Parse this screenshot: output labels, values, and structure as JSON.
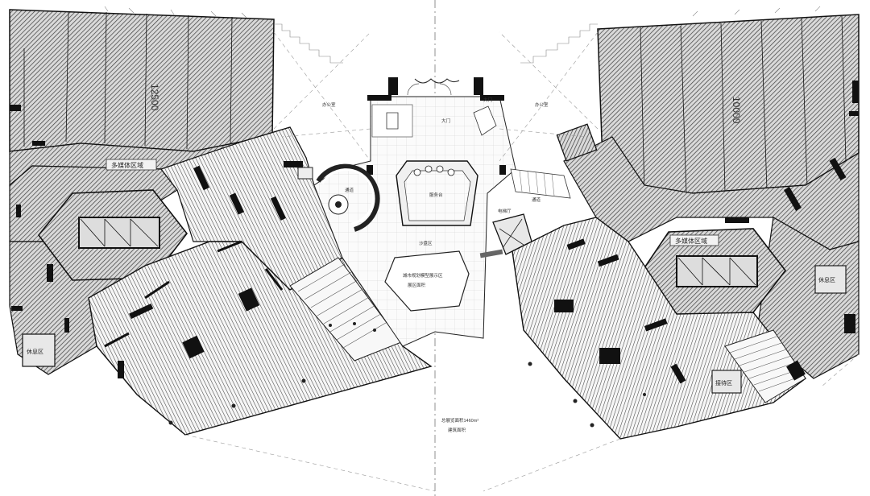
{
  "plan": {
    "dimensions": {
      "left_block": "12500",
      "right_block": "10000"
    },
    "rooms": {
      "left_wing_label": "多媒体区域",
      "right_wing_label": "多媒体区域",
      "hall_center": "服务台",
      "gate_left": "大门",
      "gate_right": "大门",
      "ramp_left": "通道",
      "ramp_right": "通道",
      "sand_table": "沙盘区",
      "model_label": "城市规划模型展示区",
      "model_sub": "展区面积",
      "right_service": "电梯厅",
      "right_office": "办公室",
      "left_office": "办公室",
      "corner_label": "接待区",
      "vip_left": "休息区",
      "vip_right": "休息区"
    },
    "area_note": {
      "line1": "总展览面积1460m²",
      "line2": "建筑面积"
    }
  }
}
